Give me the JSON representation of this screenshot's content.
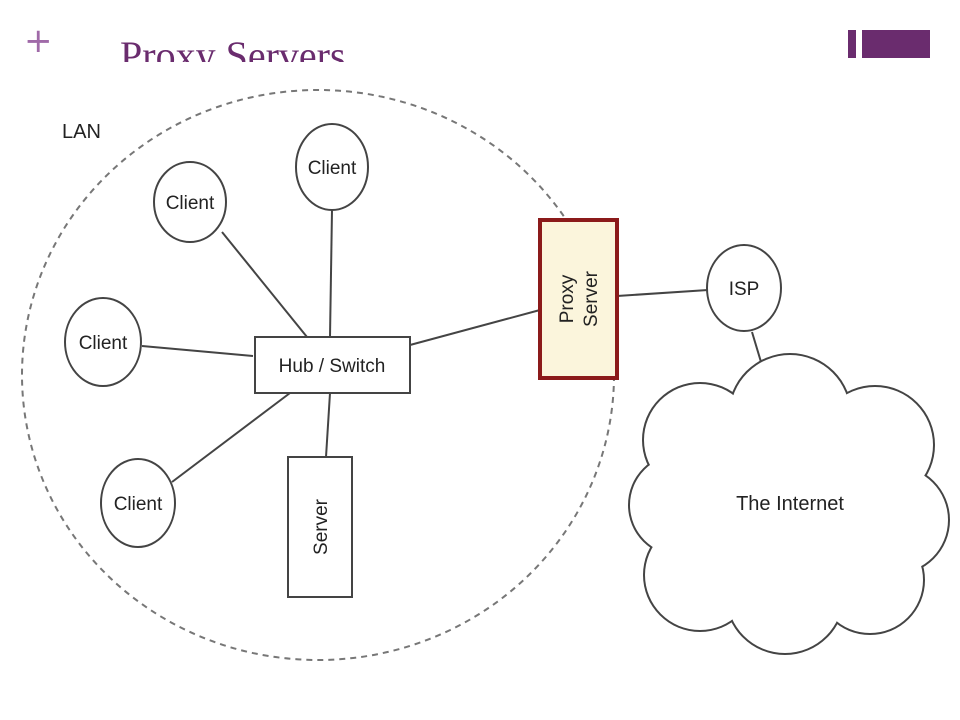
{
  "slide": {
    "title": "Proxy Servers",
    "plus_icon": "plus-icon",
    "colors": {
      "accent": "#6a2c6e",
      "accent_light": "#a06aa8",
      "proxy_border": "#8b1a1a",
      "proxy_fill": "#fbf5dc"
    }
  },
  "diagram": {
    "lan_label": "LAN",
    "clients": [
      "Client",
      "Client",
      "Client",
      "Client"
    ],
    "hub_label": "Hub / Switch",
    "server_label": "Server",
    "proxy_label_line1": "Proxy",
    "proxy_label_line2": "Server",
    "isp_label": "ISP",
    "internet_label": "The Internet"
  }
}
